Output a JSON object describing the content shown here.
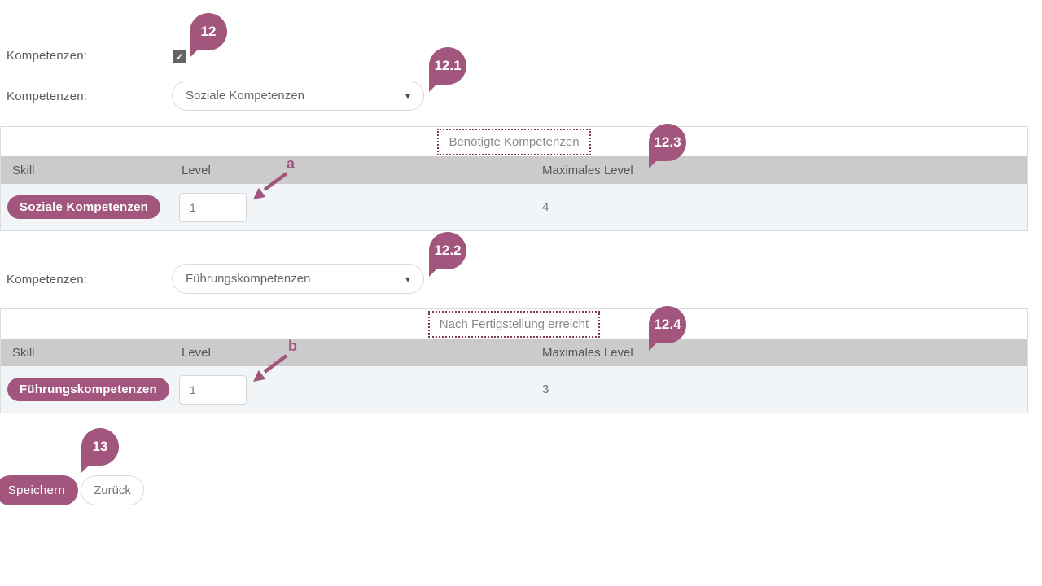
{
  "colors": {
    "accent": "#a2567d",
    "accent_dark": "#82395f",
    "table_header_bg": "#cbcbcb",
    "table_row_bg": "#f1f5f8",
    "border": "#dcdcdc"
  },
  "icons": {
    "dropdown_caret": "▾",
    "checkbox_check": "✓"
  },
  "form": {
    "competencies_checkbox": {
      "label": "Kompetenzen:",
      "checked": true
    },
    "selects": [
      {
        "label": "Kompetenzen:",
        "value": "Soziale Kompetenzen"
      },
      {
        "label": "Kompetenzen:",
        "value": "Führungskompetenzen"
      }
    ],
    "tables": [
      {
        "caption": "Benötigte Kompetenzen",
        "columns": [
          "Skill",
          "Level",
          "Maximales Level"
        ],
        "row": {
          "skill": "Soziale Kompetenzen",
          "level": "1",
          "max_level": "4"
        }
      },
      {
        "caption": "Nach Fertigstellung erreicht",
        "columns": [
          "Skill",
          "Level",
          "Maximales Level"
        ],
        "row": {
          "skill": "Führungskompetenzen",
          "level": "1",
          "max_level": "3"
        }
      }
    ],
    "buttons": {
      "save": "Speichern",
      "back": "Zurück"
    }
  },
  "annotations": {
    "balloons": [
      {
        "label": "12"
      },
      {
        "label": "12.1"
      },
      {
        "label": "12.2"
      },
      {
        "label": "12.3"
      },
      {
        "label": "12.4"
      },
      {
        "label": "13"
      }
    ],
    "arrows": [
      {
        "label": "a"
      },
      {
        "label": "b"
      }
    ]
  }
}
